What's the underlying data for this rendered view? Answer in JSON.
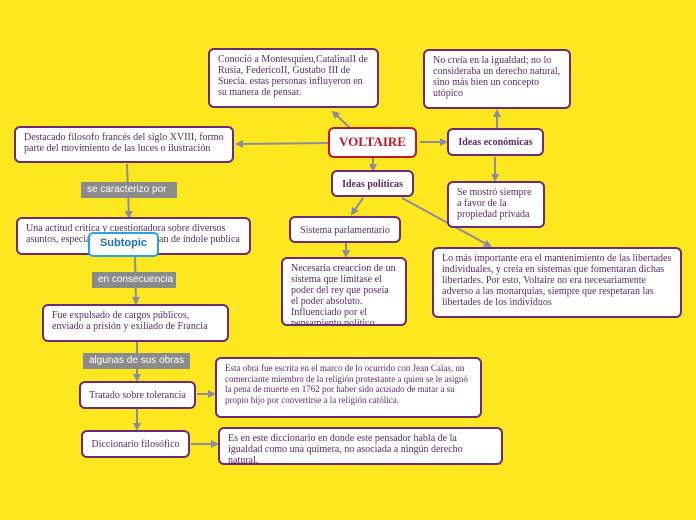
{
  "center": {
    "label": "VOLTAIRE"
  },
  "nodes": {
    "influences": "Conoció a Montesquieu,CatalinaII de Rusia, FedericoII, Gustabo III de Suecia. estas personas influyeron en su manera de pensar.",
    "equality": "No creía en la igualdad; no lo consideraba un derecho natural, sino más bien un concepto utópico",
    "philosopher": "Destacado filosofo francés del siglo XVIII, formo parte del movimiento de las luces o ilustración",
    "economic_ideas": "Ideas económicas",
    "political_ideas": "Ideas políticas",
    "private_property": "Se mostró siempre a favor de la propiedad privada",
    "parliamentary": "Sistema parlamentario",
    "liberties": "Lo más importante era el mantenimiento de las libertades individuales, y creía en sistemas que fomentaran dichas libertades. Por esto, Voltaire no era necesariamente adverso a las monarquías, siempre que respetaran las libertades de los individuos",
    "critical_attitude": "Una actitud critica y cuestionadora sobre diversos asuntos, especialmente los que eran de índole publica",
    "limit_power": "Necesaria creaccion de un sistema que limitase el poder del rey que poseía el poder absoluto. Influenciado por el pensamiento político ingles",
    "expelled": "Fue expulsado de cargos públicos, enviado a prisión y exiliado de Francia",
    "tolerance": "Tratado sobre tolerancia",
    "tolerance_desc": "Esta obra fue escrita en el marco de lo ocurrido con Jean Calas, un comerciante miembro de la religión protestante a quien se le asignó la pena de muerte en 1762 por haber sido acusado de matar a su propio hijo por convertirse a la religión católica.",
    "dictionary": "Diccionario filosófico",
    "dictionary_desc": "Es en este diccionario en donde este pensador habla de la igualdad como una quimera, no asociada a ningún derecho natural."
  },
  "tags": {
    "characterized": "se caracterizo por",
    "consequently": "en consecuencia",
    "works": "algunas de sus obras"
  },
  "subtopic": "Subtopic",
  "colors": {
    "background": "#fde81f",
    "node_border": "#6b2b78",
    "center_border": "#c0182a",
    "connector": "#8c8c9a",
    "tag": "#8b8b8b",
    "subtopic_border": "#29a3e0"
  }
}
